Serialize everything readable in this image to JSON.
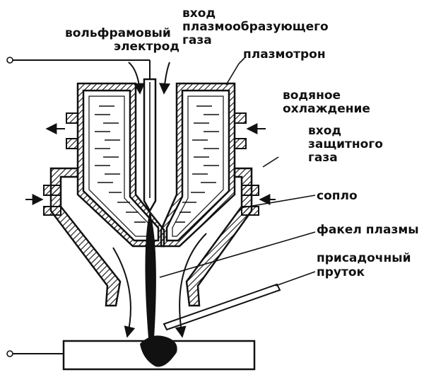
{
  "labels": {
    "electrode": [
      "вольфрамовый",
      "электрод"
    ],
    "plasma_gas": [
      "вход",
      "плазмообразующего",
      "газа"
    ],
    "plasmatron": [
      "плазмотрон"
    ],
    "cooling": [
      "водяное",
      "охлаждение"
    ],
    "shield_gas": [
      "вход",
      "защитного",
      "газа"
    ],
    "nozzle": [
      "сопло"
    ],
    "torch": [
      "факел плазмы"
    ],
    "filler": [
      "присадочный",
      "пруток"
    ]
  },
  "colors": {
    "ink": "#111111",
    "paper": "#ffffff"
  }
}
